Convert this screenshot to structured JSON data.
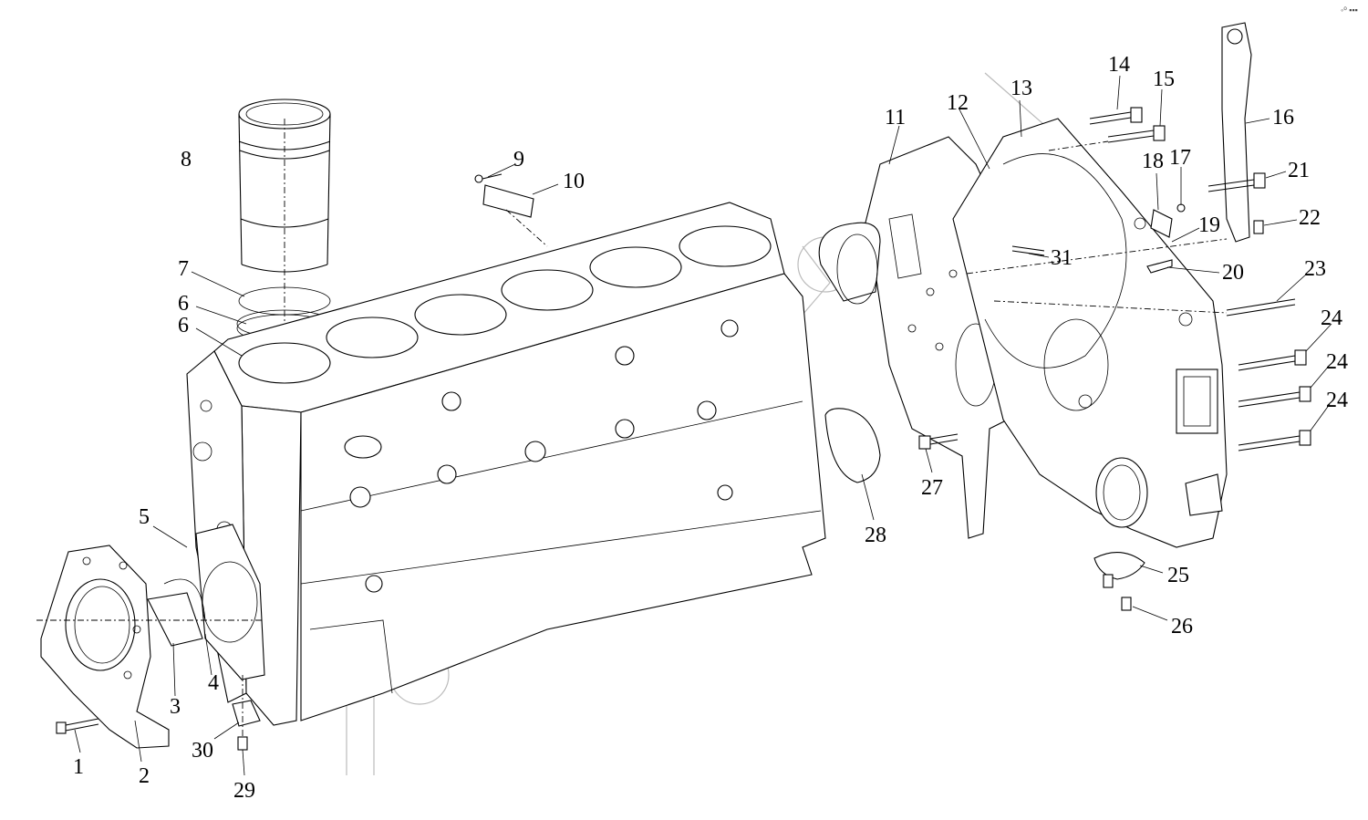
{
  "corner_mark": "◦⁰ ▪▪▪",
  "labels": [
    {
      "id": "1",
      "text": "1"
    },
    {
      "id": "2",
      "text": "2"
    },
    {
      "id": "3",
      "text": "3"
    },
    {
      "id": "4",
      "text": "4"
    },
    {
      "id": "5",
      "text": "5"
    },
    {
      "id": "6a",
      "text": "6"
    },
    {
      "id": "6b",
      "text": "6"
    },
    {
      "id": "7",
      "text": "7"
    },
    {
      "id": "8",
      "text": "8"
    },
    {
      "id": "9",
      "text": "9"
    },
    {
      "id": "10",
      "text": "10"
    },
    {
      "id": "11",
      "text": "11"
    },
    {
      "id": "12",
      "text": "12"
    },
    {
      "id": "13",
      "text": "13"
    },
    {
      "id": "14",
      "text": "14"
    },
    {
      "id": "15",
      "text": "15"
    },
    {
      "id": "16",
      "text": "16"
    },
    {
      "id": "17",
      "text": "17"
    },
    {
      "id": "18",
      "text": "18"
    },
    {
      "id": "19",
      "text": "19"
    },
    {
      "id": "20",
      "text": "20"
    },
    {
      "id": "21",
      "text": "21"
    },
    {
      "id": "22",
      "text": "22"
    },
    {
      "id": "23",
      "text": "23"
    },
    {
      "id": "24a",
      "text": "24"
    },
    {
      "id": "24b",
      "text": "24"
    },
    {
      "id": "24c",
      "text": "24"
    },
    {
      "id": "25",
      "text": "25"
    },
    {
      "id": "26",
      "text": "26"
    },
    {
      "id": "27",
      "text": "27"
    },
    {
      "id": "28",
      "text": "28"
    },
    {
      "id": "29",
      "text": "29"
    },
    {
      "id": "30",
      "text": "30"
    },
    {
      "id": "31",
      "text": "31"
    }
  ]
}
